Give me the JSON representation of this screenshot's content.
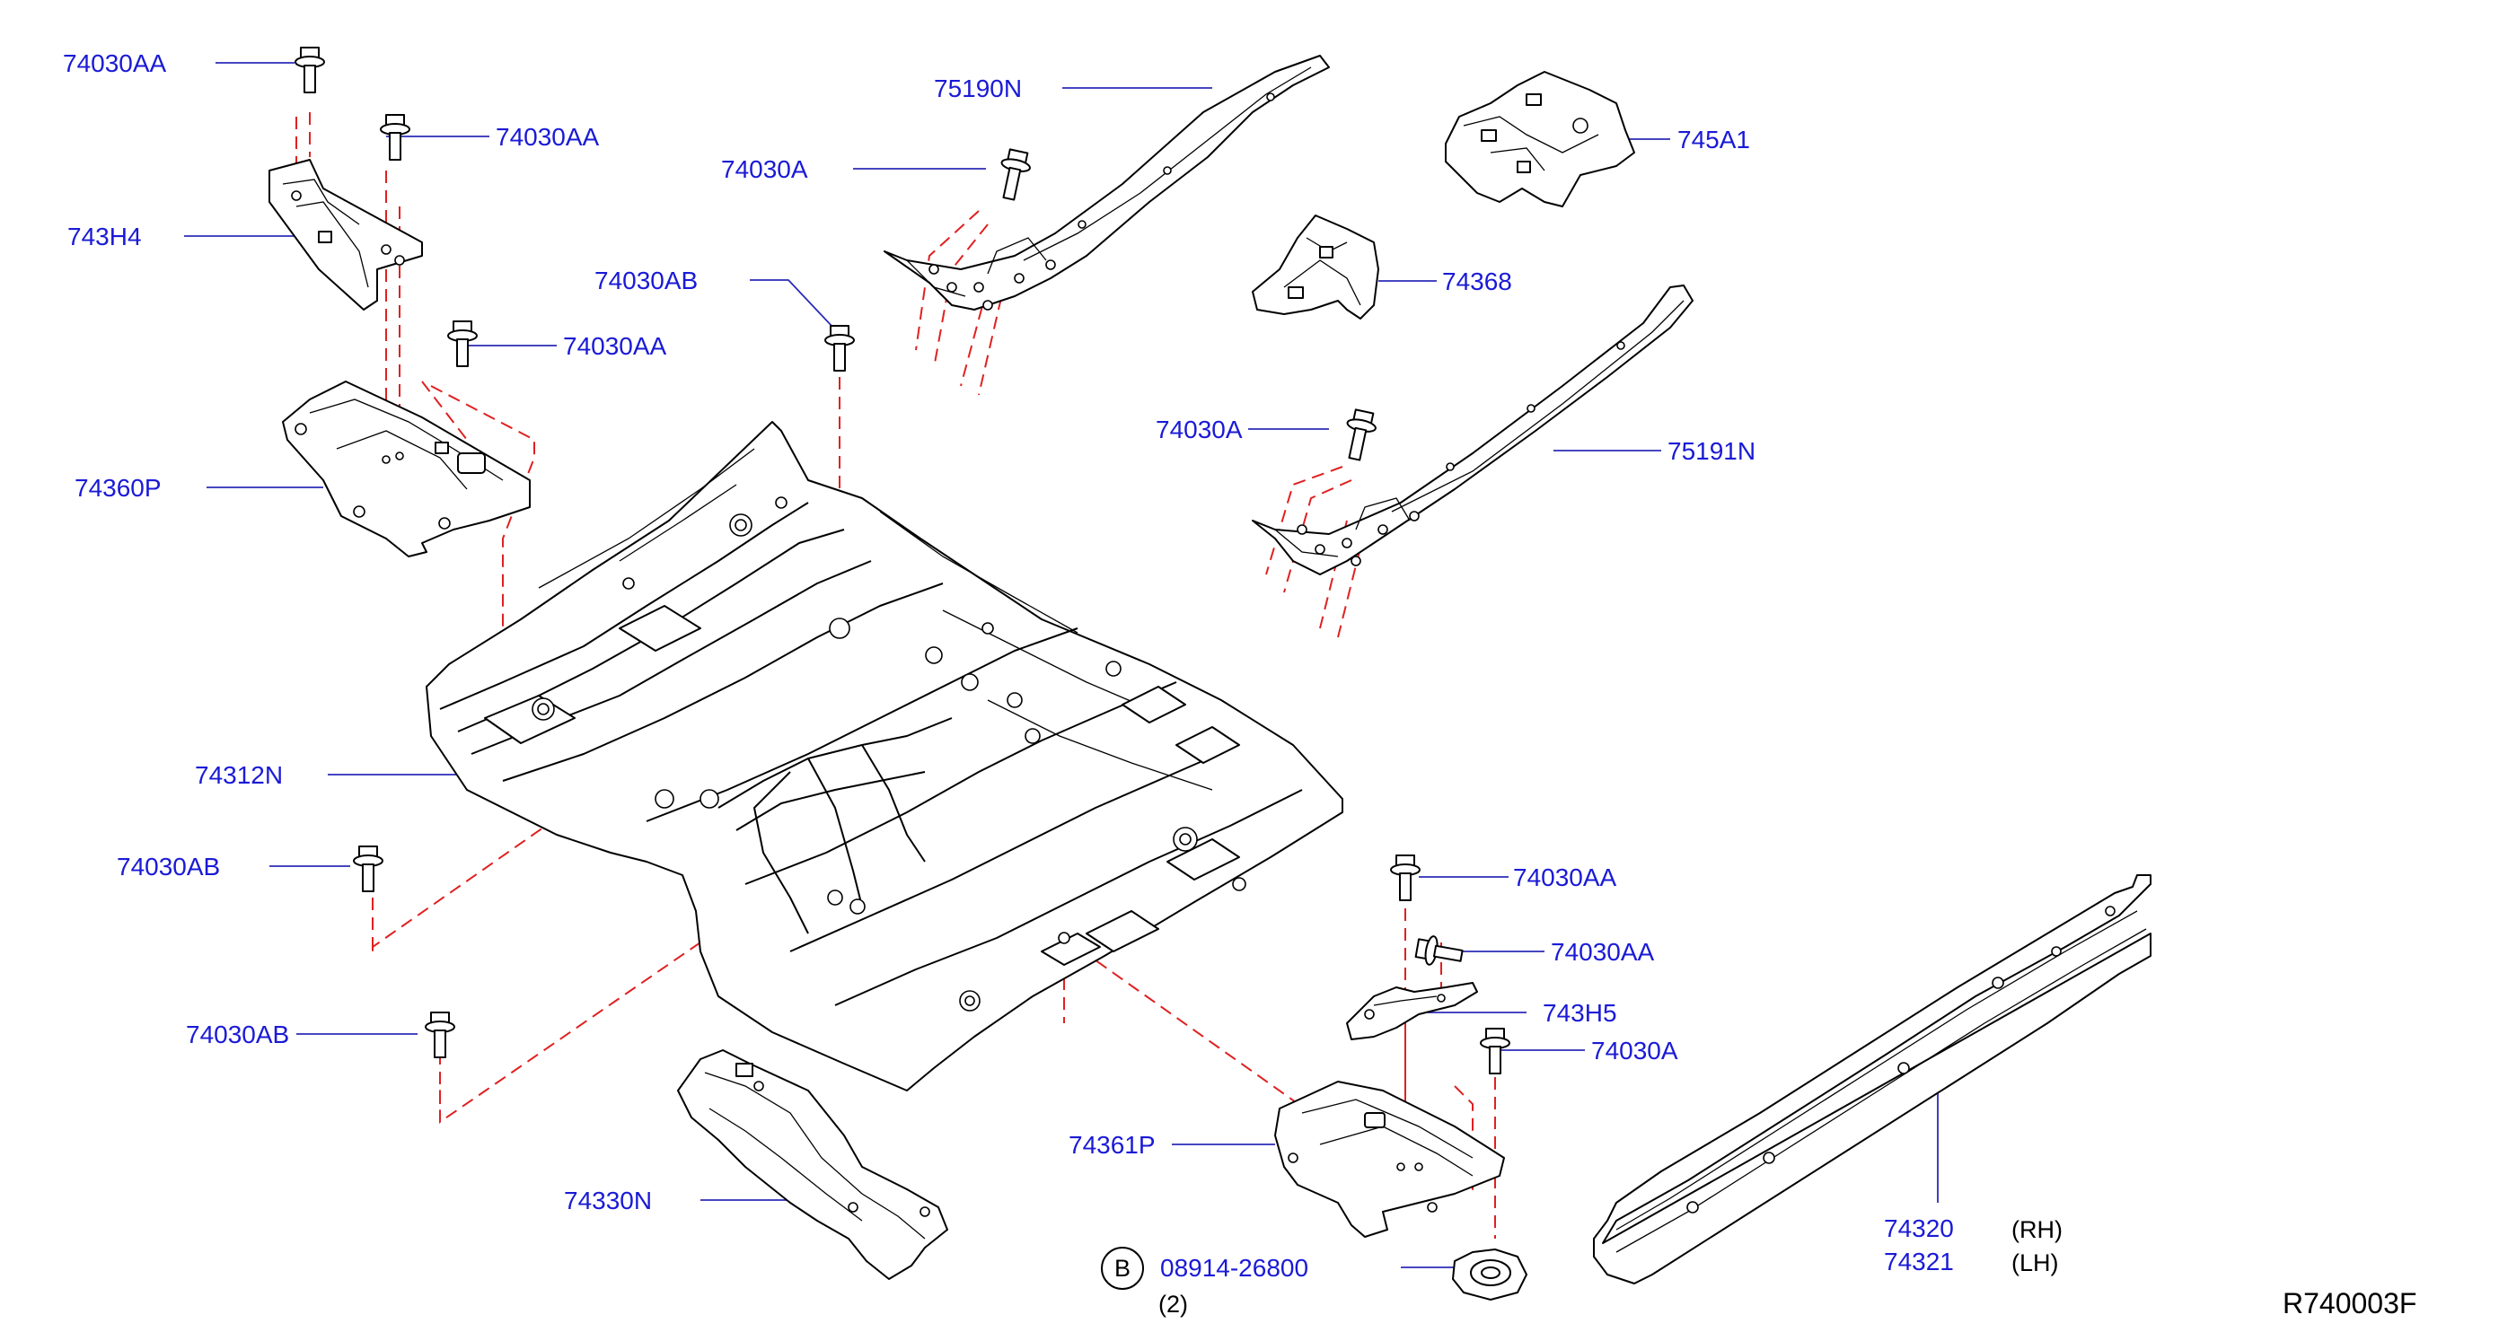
{
  "callouts": {
    "p74030AA_1": "74030AA",
    "p74030AA_2": "74030AA",
    "p743H4": "743H4",
    "p74030AA_3": "74030AA",
    "p74360P": "74360P",
    "p75190N": "75190N",
    "p74030A_1": "74030A",
    "p74030AB_1": "74030AB",
    "p745A1": "745A1",
    "p74368": "74368",
    "p74030A_2": "74030A",
    "p75191N": "75191N",
    "p74312N": "74312N",
    "p74030AB_2": "74030AB",
    "p74030AB_3": "74030AB",
    "p74030AA_4": "74030AA",
    "p74030AA_5": "74030AA",
    "p743H5": "743H5",
    "p74030A_3": "74030A",
    "p74361P": "74361P",
    "p74330N": "74330N",
    "p08914": "08914-26800",
    "p74320": "74320",
    "p74321": "74321"
  },
  "notes": {
    "qty": "(2)",
    "rh": "(RH)",
    "lh": "(LH)",
    "bubble_letter": "B"
  },
  "diagram_code": "R740003F",
  "colors": {
    "callout_text": "#1a1ad6",
    "leader_line": "#2b2bb8",
    "hidden_line": "#e02020",
    "outline": "#000000"
  }
}
